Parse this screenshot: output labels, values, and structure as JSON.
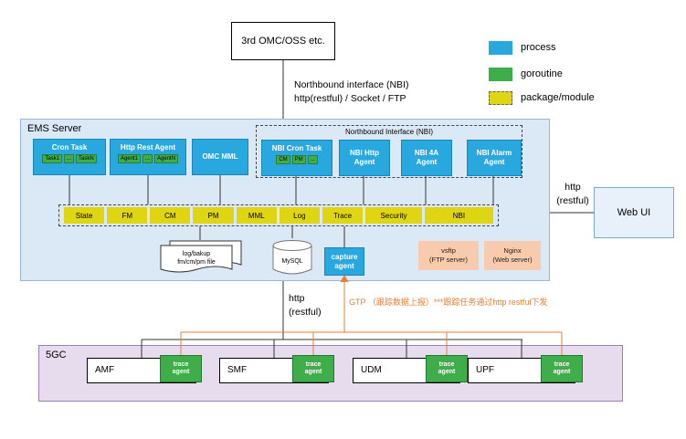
{
  "diagram": {
    "omc_oss_label": "3rd OMC/OSS etc.",
    "nbi_note_line1": "Northbound interface (NBI)",
    "nbi_note_line2": "http(restful) / Socket / FTP",
    "web_ui_label": "Web UI",
    "http_right_line1": "http",
    "http_right_line2": "(restful)",
    "http_down_line1": "http",
    "http_down_line2": "(restful)",
    "gtp_note": "GTP （跟踪数据上报）***跟踪任务通过http restful下发"
  },
  "legend": {
    "items": [
      {
        "label": "process",
        "color": "#29a8e0",
        "style": "solid"
      },
      {
        "label": "goroutine",
        "color": "#3fad49",
        "style": "solid"
      },
      {
        "label": "package/module",
        "color": "#e0d513",
        "style": "dashed"
      }
    ]
  },
  "colors": {
    "process_blue": "#29a8e0",
    "goroutine_green": "#3fad49",
    "package_yellow": "#e0d513",
    "gtp_orange": "#ed7d31",
    "ems_panel_bg": "#dbe8f6",
    "core_panel_bg": "#e6dcee",
    "server_tan": "#f8cbad"
  },
  "ems": {
    "title": "EMS Server",
    "cron_task": {
      "title": "Cron Task",
      "subs": [
        "Task1",
        "...",
        "TaskN"
      ]
    },
    "http_rest_agent": {
      "title": "Http Rest Agent",
      "subs": [
        "Agent1",
        "...",
        "AgentN"
      ]
    },
    "omc_mml": {
      "title": "OMC MML"
    },
    "nbi_group": {
      "title": "Northbound Interface (NBI)",
      "nbi_cron_task": {
        "title": "NBI Cron Task",
        "subs": [
          "CM",
          "PM",
          "..."
        ]
      },
      "nbi_http_agent": {
        "line1": "NBI Http",
        "line2": "Agent"
      },
      "nbi_4a_agent": {
        "line1": "NBI 4A",
        "line2": "Agent"
      },
      "nbi_alarm_agent": {
        "line1": "NBI Alarm",
        "line2": "Agent"
      }
    },
    "modules": [
      "State",
      "FM",
      "CM",
      "PM",
      "MML",
      "Log",
      "Trace",
      "Security",
      "NBI"
    ],
    "log_file": {
      "line1": "log/bakup",
      "line2": "fm/cm/pm file"
    },
    "mysql_label": "MySQL",
    "capture_agent": {
      "line1": "capture",
      "line2": "agent"
    },
    "vsftp": {
      "line1": "vsftp",
      "line2": "(FTP server)"
    },
    "nginx": {
      "line1": "Nginx",
      "line2": "(Web server)"
    }
  },
  "core": {
    "title": "5GC",
    "nfs": [
      {
        "name": "AMF",
        "agent_line1": "trace",
        "agent_line2": "agent"
      },
      {
        "name": "SMF",
        "agent_line1": "trace",
        "agent_line2": "agent"
      },
      {
        "name": "UDM",
        "agent_line1": "trace",
        "agent_line2": "agent"
      },
      {
        "name": "UPF",
        "agent_line1": "trace",
        "agent_line2": "agent"
      }
    ]
  }
}
